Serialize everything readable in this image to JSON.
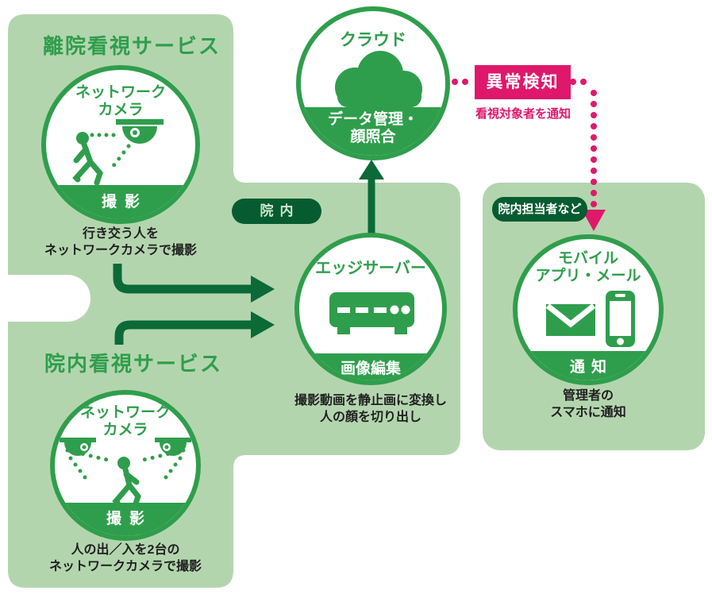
{
  "colors": {
    "panel_green": "#b3d5ae",
    "brand_green": "#2f9e4c",
    "dark_green": "#0b6a38",
    "badge_green": "#065c30",
    "alert_pink": "#e0186b",
    "text_dark": "#1f1f1f"
  },
  "top_left_panel": {
    "title": "離院看視サービス",
    "circle": {
      "title_line1": "ネットワーク",
      "title_line2": "カメラ",
      "band": "撮影"
    },
    "caption_line1": "行き交う人を",
    "caption_line2": "ネットワークカメラで撮影"
  },
  "bottom_left_panel": {
    "title": "院内看視サービス",
    "circle": {
      "title_line1": "ネットワーク",
      "title_line2": "カメラ",
      "band": "撮影"
    },
    "caption_line1": "人の出／入を2台の",
    "caption_line2": "ネットワークカメラで撮影"
  },
  "middle_panel": {
    "area_badge": "院内",
    "circle": {
      "title": "エッジサーバー",
      "band": "画像編集"
    },
    "caption_line1": "撮影動画を静止画に変換し",
    "caption_line2": "人の顔を切り出し"
  },
  "cloud": {
    "circle": {
      "title": "クラウド",
      "band_line1": "データ管理・",
      "band_line2": "顔照合"
    }
  },
  "alert": {
    "badge": "異常検知",
    "caption": "看視対象者を通知"
  },
  "right_panel": {
    "area_badge": "院内担当者など",
    "circle": {
      "title_line1": "モバイル",
      "title_line2": "アプリ・メール",
      "band": "通知"
    },
    "caption_line1": "管理者の",
    "caption_line2": "スマホに通知"
  },
  "icons": [
    "ceiling-camera-icon",
    "dual-ceiling-camera-icon",
    "walking-person-icon",
    "cloud-icon",
    "edge-server-icon",
    "mail-envelope-icon",
    "smartphone-icon"
  ]
}
